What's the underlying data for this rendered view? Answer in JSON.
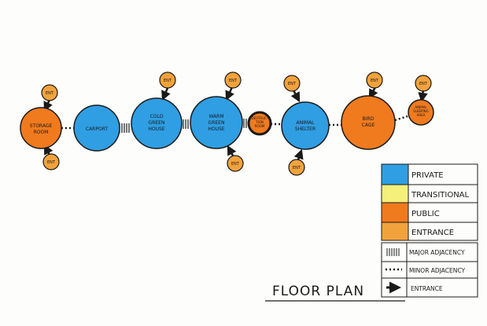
{
  "title": "FLOOR PLAN",
  "colors": {
    "private": "#2f9ee3",
    "transitional": "#f4f07a",
    "public": "#f07a1e",
    "entrance": "#f2a23c",
    "outline": "#1a1a1a"
  },
  "rooms": {
    "storage": [
      "STORAGE",
      "ROOM"
    ],
    "carport": [
      "CARPORT"
    ],
    "cold_green": [
      "COLD",
      "GREEN",
      "HOUSE"
    ],
    "warm_green": [
      "WARM",
      "GREEN",
      "HOUSE"
    ],
    "destruction": [
      "DESTRUC-",
      "TION",
      "ROOM"
    ],
    "animal_shelter": [
      "ANIMAL",
      "SHELTER"
    ],
    "bird_cage": [
      "BIRD",
      "CAGE"
    ],
    "animal_sleeping": [
      "ANIMAL",
      "SLEEPING",
      "AREA"
    ]
  },
  "entrance_label": "ENT",
  "legend": {
    "private": "PRIVATE",
    "transitional": "TRANSITIONAL",
    "public": "PUBLIC",
    "entrance": "ENTRANCE",
    "major": "MAJOR ADJACENCY",
    "minor": "MINOR ADJACENCY",
    "entry": "ENTRANCE"
  }
}
